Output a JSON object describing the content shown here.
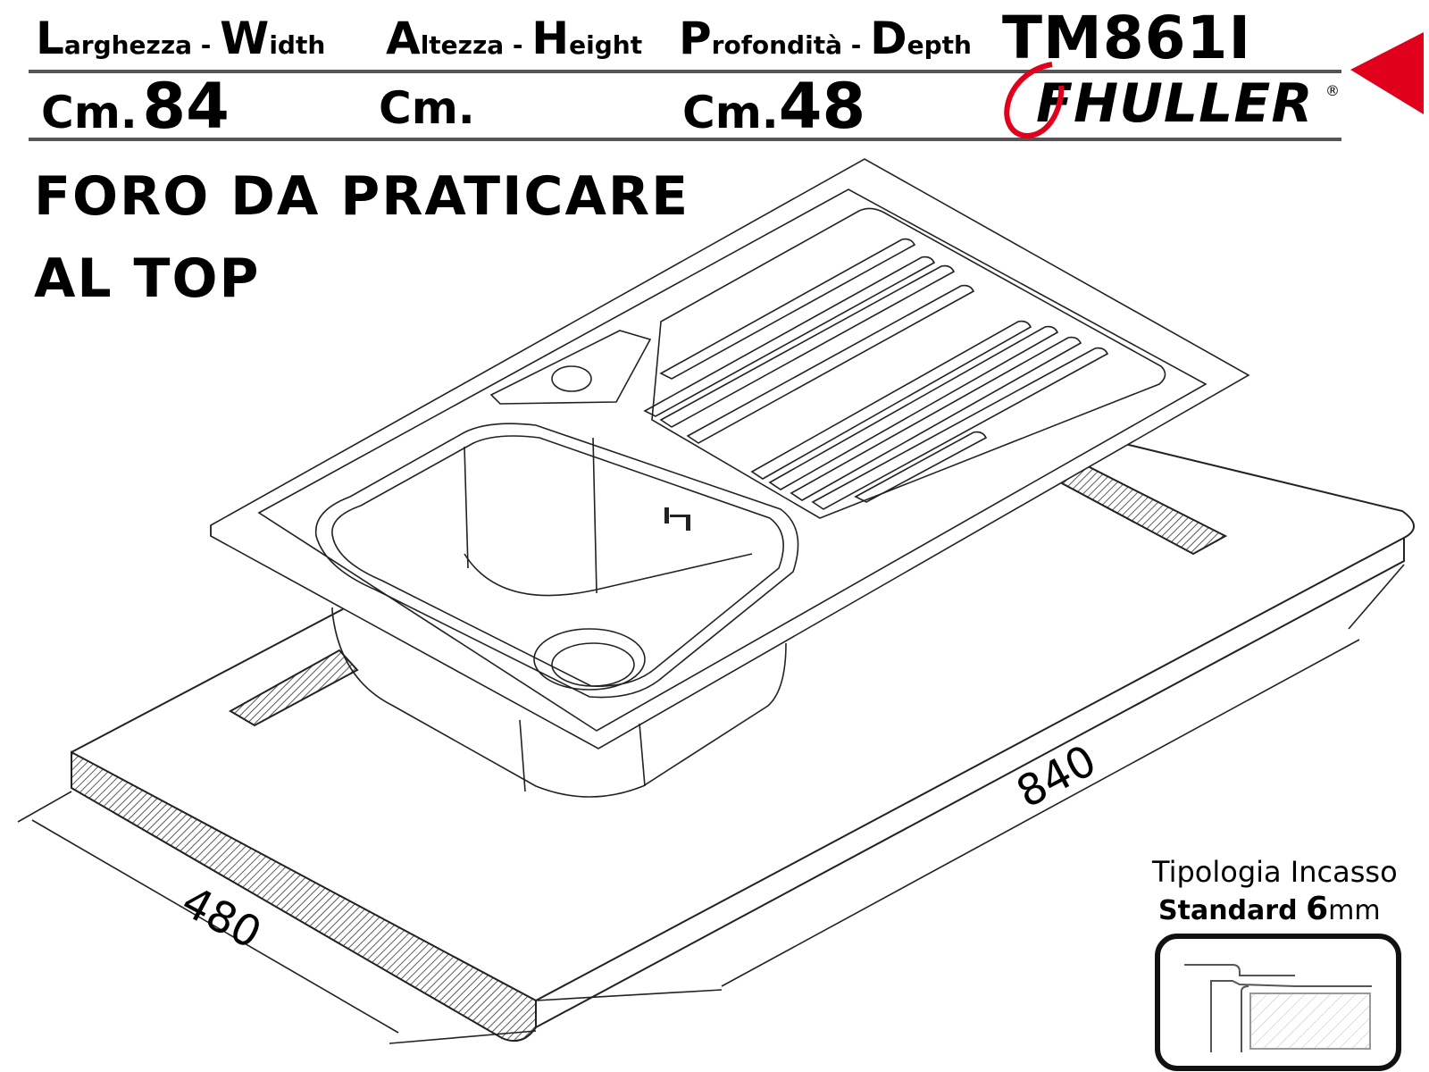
{
  "header": {
    "width": {
      "first": "L",
      "rest": "arghezza",
      "sep": " - ",
      "first2": "W",
      "rest2": "idth"
    },
    "height": {
      "first": "A",
      "rest": "ltezza",
      "sep": " - ",
      "first2": "H",
      "rest2": "eight"
    },
    "depth": {
      "first": "P",
      "rest": "rofondità",
      "sep": " - ",
      "first2": "D",
      "rest2": "epth"
    }
  },
  "values": {
    "width_unit": "Cm.",
    "width_num": "84",
    "height_unit": "Cm.",
    "depth_unit": "Cm.",
    "depth_num": "48"
  },
  "model": "TM861I",
  "brand": "FHULLER",
  "brand_mark": "®",
  "note": {
    "line1": "FORO DA PRATICARE",
    "line2": "AL TOP"
  },
  "dimensions": {
    "length": "840",
    "depth": "480"
  },
  "install": {
    "label": "Tipologia Incasso",
    "type": "Standard",
    "thickness": "6",
    "unit": "mm"
  },
  "colors": {
    "accent": "#e0001b",
    "line": "#555555"
  }
}
